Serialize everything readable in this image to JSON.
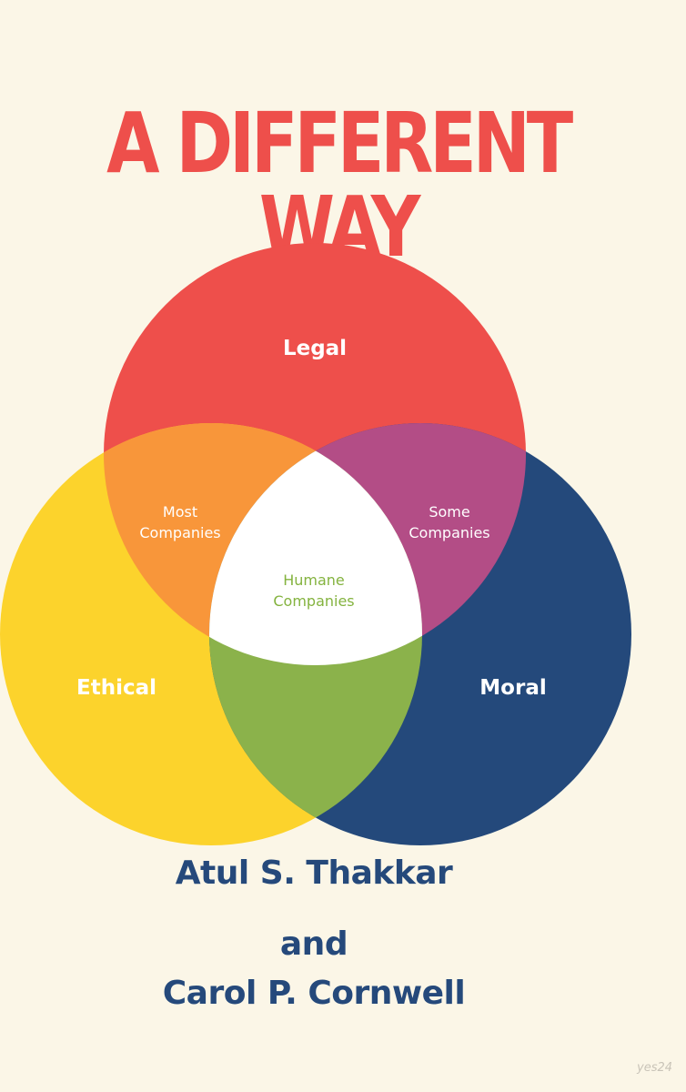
{
  "title": "A DIFFERENT WAY",
  "colors": {
    "background": "#fbf6e7",
    "legal": "#ee4f4b",
    "ethical": "#fcd32c",
    "moral": "#24497b",
    "legal_ethical": "#f8963a",
    "legal_moral": "#b34d86",
    "ethical_moral": "#8bb24b",
    "center": "#ffffff",
    "authors": "#25497b",
    "center_label": "#84b33f"
  },
  "diagram": {
    "circles": {
      "legal": "Legal",
      "ethical": "Ethical",
      "moral": "Moral"
    },
    "overlaps": {
      "legal_ethical": [
        "Most",
        "Companies"
      ],
      "legal_moral": [
        "Some",
        "Companies"
      ],
      "center": [
        "Humane",
        "Companies"
      ]
    }
  },
  "authors": {
    "line1": "Atul S. Thakkar",
    "line2": "and",
    "line3": "Carol P. Cornwell"
  },
  "watermark": "yes24"
}
